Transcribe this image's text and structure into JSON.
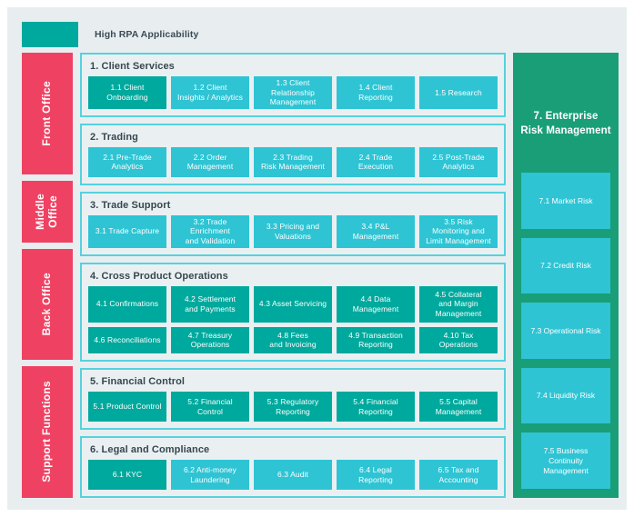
{
  "legend": {
    "label": "High RPA Applicability",
    "swatch_color": "#00a99d"
  },
  "colors": {
    "page_background": "#e8eef0",
    "high_rpa_teal": "#00a99d",
    "standard_teal": "#2ec4d4",
    "office_band_pink": "#ef4263",
    "risk_column_green": "#1a9e78",
    "panel_border": "#55d2dd",
    "panel_fill": "#eaf0f2",
    "title_text": "#37474f"
  },
  "office_bands": [
    {
      "label": "Front Office",
      "height_ratio": 28.5
    },
    {
      "label": "Middle\nOffice",
      "height_ratio": 14.5
    },
    {
      "label": "Back Office",
      "height_ratio": 26.0
    },
    {
      "label": "Support Functions",
      "height_ratio": 31.0
    }
  ],
  "sections": [
    {
      "title": "1. Client Services",
      "height_ratio": 13.5,
      "rows": [
        [
          {
            "label": "1.1 Client\nOnboarding",
            "high_rpa": true
          },
          {
            "label": "1.2 Client\nInsights / Analytics",
            "high_rpa": false
          },
          {
            "label": "1.3 Client\nRelationship\nManagement",
            "high_rpa": false
          },
          {
            "label": "1.4 Client\nReporting",
            "high_rpa": false
          },
          {
            "label": "1.5 Research",
            "high_rpa": false
          }
        ]
      ]
    },
    {
      "title": "2. Trading",
      "height_ratio": 13.5,
      "rows": [
        [
          {
            "label": "2.1 Pre-Trade\nAnalytics",
            "high_rpa": false
          },
          {
            "label": "2.2 Order\nManagement",
            "high_rpa": false
          },
          {
            "label": "2.3 Trading\nRisk Management",
            "high_rpa": false
          },
          {
            "label": "2.4 Trade\nExecution",
            "high_rpa": false
          },
          {
            "label": "2.5 Post-Trade\nAnalytics",
            "high_rpa": false
          }
        ]
      ]
    },
    {
      "title": "3. Trade Support",
      "height_ratio": 13.5,
      "rows": [
        [
          {
            "label": "3.1 Trade Capture",
            "high_rpa": false
          },
          {
            "label": "3.2 Trade\nEnrichment\nand Validation",
            "high_rpa": false
          },
          {
            "label": "3.3 Pricing and\nValuations",
            "high_rpa": false
          },
          {
            "label": "3.4 P&L\nManagement",
            "high_rpa": false
          },
          {
            "label": "3.5 Risk\nMonitoring and\nLimit Management",
            "high_rpa": false
          }
        ]
      ]
    },
    {
      "title": "4. Cross Product Operations",
      "height_ratio": 24.5,
      "rows": [
        [
          {
            "label": "4.1 Confirmations",
            "high_rpa": true
          },
          {
            "label": "4.2 Settlement\nand Payments",
            "high_rpa": true
          },
          {
            "label": "4.3 Asset Servicing",
            "high_rpa": true
          },
          {
            "label": "4.4 Data\nManagement",
            "high_rpa": true
          },
          {
            "label": "4.5 Collateral\nand Margin\nManagement",
            "high_rpa": true
          }
        ],
        [
          {
            "label": "4.6 Reconciliations",
            "high_rpa": true
          },
          {
            "label": "4.7 Treasury\nOperations",
            "high_rpa": true
          },
          {
            "label": "4.8 Fees\nand Invoicing",
            "high_rpa": true
          },
          {
            "label": "4.9 Transaction\nReporting",
            "high_rpa": true
          },
          {
            "label": "4.10 Tax\nOperations",
            "high_rpa": true
          }
        ]
      ]
    },
    {
      "title": "5. Financial Control",
      "height_ratio": 13.5,
      "rows": [
        [
          {
            "label": "5.1 Product Control",
            "high_rpa": true
          },
          {
            "label": "5.2 Financial\nControl",
            "high_rpa": true
          },
          {
            "label": "5.3 Regulatory\nReporting",
            "high_rpa": true
          },
          {
            "label": "5.4 Financial\nReporting",
            "high_rpa": true
          },
          {
            "label": "5.5 Capital\nManagement",
            "high_rpa": true
          }
        ]
      ]
    },
    {
      "title": "6. Legal and Compliance",
      "height_ratio": 13.5,
      "rows": [
        [
          {
            "label": "6.1 KYC",
            "high_rpa": true
          },
          {
            "label": "6.2 Anti-money\nLaundering",
            "high_rpa": false
          },
          {
            "label": "6.3 Audit",
            "high_rpa": false
          },
          {
            "label": "6.4 Legal\nReporting",
            "high_rpa": false
          },
          {
            "label": "6.5 Tax and\nAccounting",
            "high_rpa": false
          }
        ]
      ]
    }
  ],
  "risk_column": {
    "title": "7. Enterprise\nRisk Management",
    "items": [
      {
        "label": "7.1 Market Risk"
      },
      {
        "label": "7.2 Credit Risk"
      },
      {
        "label": "7.3 Operational Risk"
      },
      {
        "label": "7.4 Liquidity Risk"
      },
      {
        "label": "7.5 Business\nContinuity\nManagement"
      }
    ]
  }
}
